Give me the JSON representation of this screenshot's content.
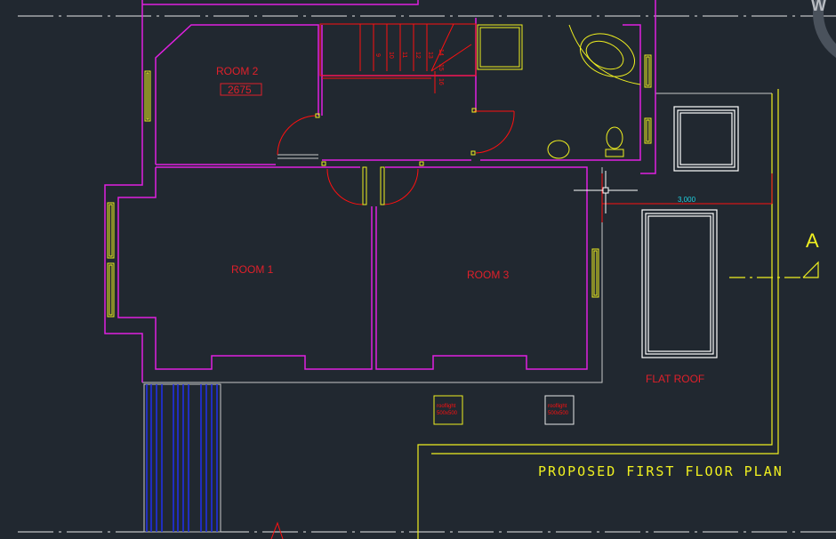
{
  "drawing": {
    "title": "PROPOSED FIRST FLOOR PLAN",
    "rooms": [
      {
        "label": "ROOM 2",
        "dimension": "2675"
      },
      {
        "label": "ROOM 1"
      },
      {
        "label": "ROOM 3"
      }
    ],
    "flat_roof_label": "FLAT ROOF",
    "rooflights": [
      {
        "line1": "rooflight",
        "line2": "500x500"
      },
      {
        "line1": "rooflight",
        "line2": "500x500"
      }
    ],
    "stair_numbers": [
      "9",
      "10",
      "11",
      "12",
      "13",
      "14",
      "15",
      "16"
    ],
    "dimension_3000": "3,000",
    "section_marker": "A",
    "viewcube_letter": "W"
  },
  "colors": {
    "background": "#212830",
    "walls": "#e020e0",
    "windows": "#f0f020",
    "annotation": "#e0202a",
    "dimension_text": "#20d0e0",
    "stairs_external": "#2030f0"
  }
}
